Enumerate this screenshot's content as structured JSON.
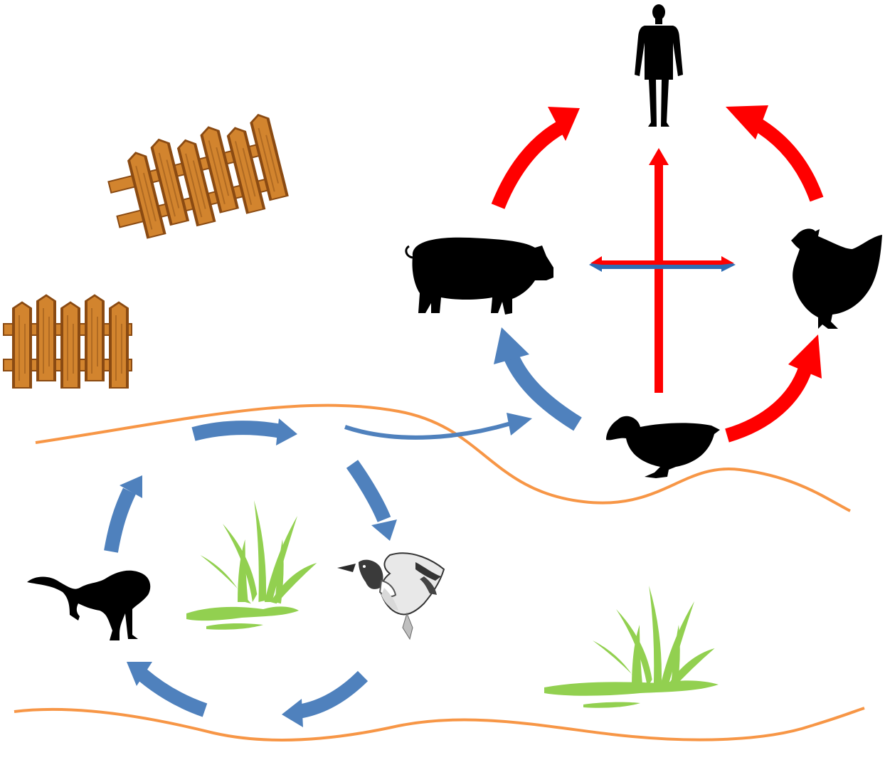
{
  "diagram": {
    "nodes": [
      {
        "id": "human",
        "icon": "human-silhouette-icon",
        "group": "domestic"
      },
      {
        "id": "pig",
        "icon": "pig-silhouette-icon",
        "group": "domestic"
      },
      {
        "id": "chicken",
        "icon": "chicken-silhouette-icon",
        "group": "domestic"
      },
      {
        "id": "domestic-duck",
        "icon": "duck-silhouette-icon",
        "group": "domestic"
      },
      {
        "id": "ferret",
        "icon": "ferret-silhouette-icon",
        "group": "wild"
      },
      {
        "id": "wild-duck",
        "icon": "wild-duck-icon",
        "group": "wild"
      },
      {
        "id": "wetland-grass-left",
        "icon": "wetland-grass-icon",
        "group": "wild"
      },
      {
        "id": "wetland-grass-right",
        "icon": "wetland-grass-icon",
        "group": "wild"
      },
      {
        "id": "fence-upper",
        "icon": "wooden-fence-icon",
        "group": "farm"
      },
      {
        "id": "fence-lower",
        "icon": "wooden-fence-icon",
        "group": "farm"
      }
    ],
    "edges": [
      {
        "from": "pig",
        "to": "human",
        "color": "red"
      },
      {
        "from": "chicken",
        "to": "human",
        "color": "red"
      },
      {
        "from": "domestic-duck",
        "to": "human",
        "color": "red"
      },
      {
        "from": "domestic-duck",
        "to": "chicken",
        "color": "red"
      },
      {
        "from": "domestic-duck",
        "to": "pig",
        "color": "blue"
      },
      {
        "from": "pig",
        "to": "chicken",
        "color": "red-blue",
        "bidirectional": true
      },
      {
        "from": "wild-cycle",
        "to": "domestic-duck",
        "color": "blue"
      },
      {
        "from": "ferret",
        "to": "wild-duck",
        "color": "blue",
        "cycle": true
      }
    ],
    "colors": {
      "red_arrow": "#ff0000",
      "blue_arrow": "#4f81bd",
      "boundary_line": "#f79646",
      "fence_wood": "#d2842e",
      "fence_dark": "#8a4a12",
      "grass": "#92d050",
      "silhouette": "#000000"
    }
  }
}
